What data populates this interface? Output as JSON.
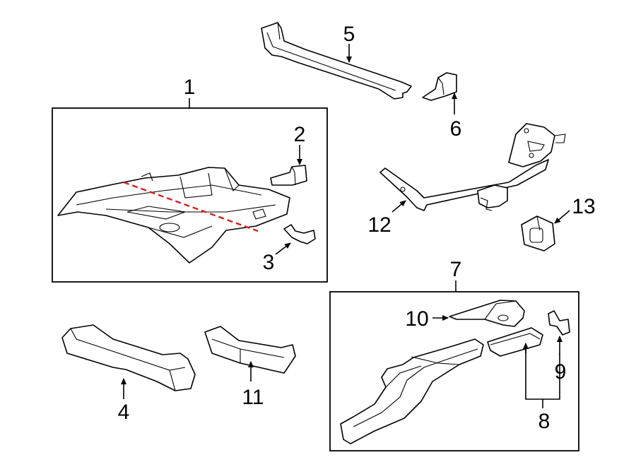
{
  "diagram": {
    "callouts": {
      "c1": "1",
      "c2": "2",
      "c3": "3",
      "c4": "4",
      "c5": "5",
      "c6": "6",
      "c7": "7",
      "c8": "8",
      "c9": "9",
      "c10": "10",
      "c11": "11",
      "c12": "12",
      "c13": "13"
    },
    "colors": {
      "line": "#000000",
      "cut_line": "#d42020",
      "background": "#ffffff"
    }
  }
}
